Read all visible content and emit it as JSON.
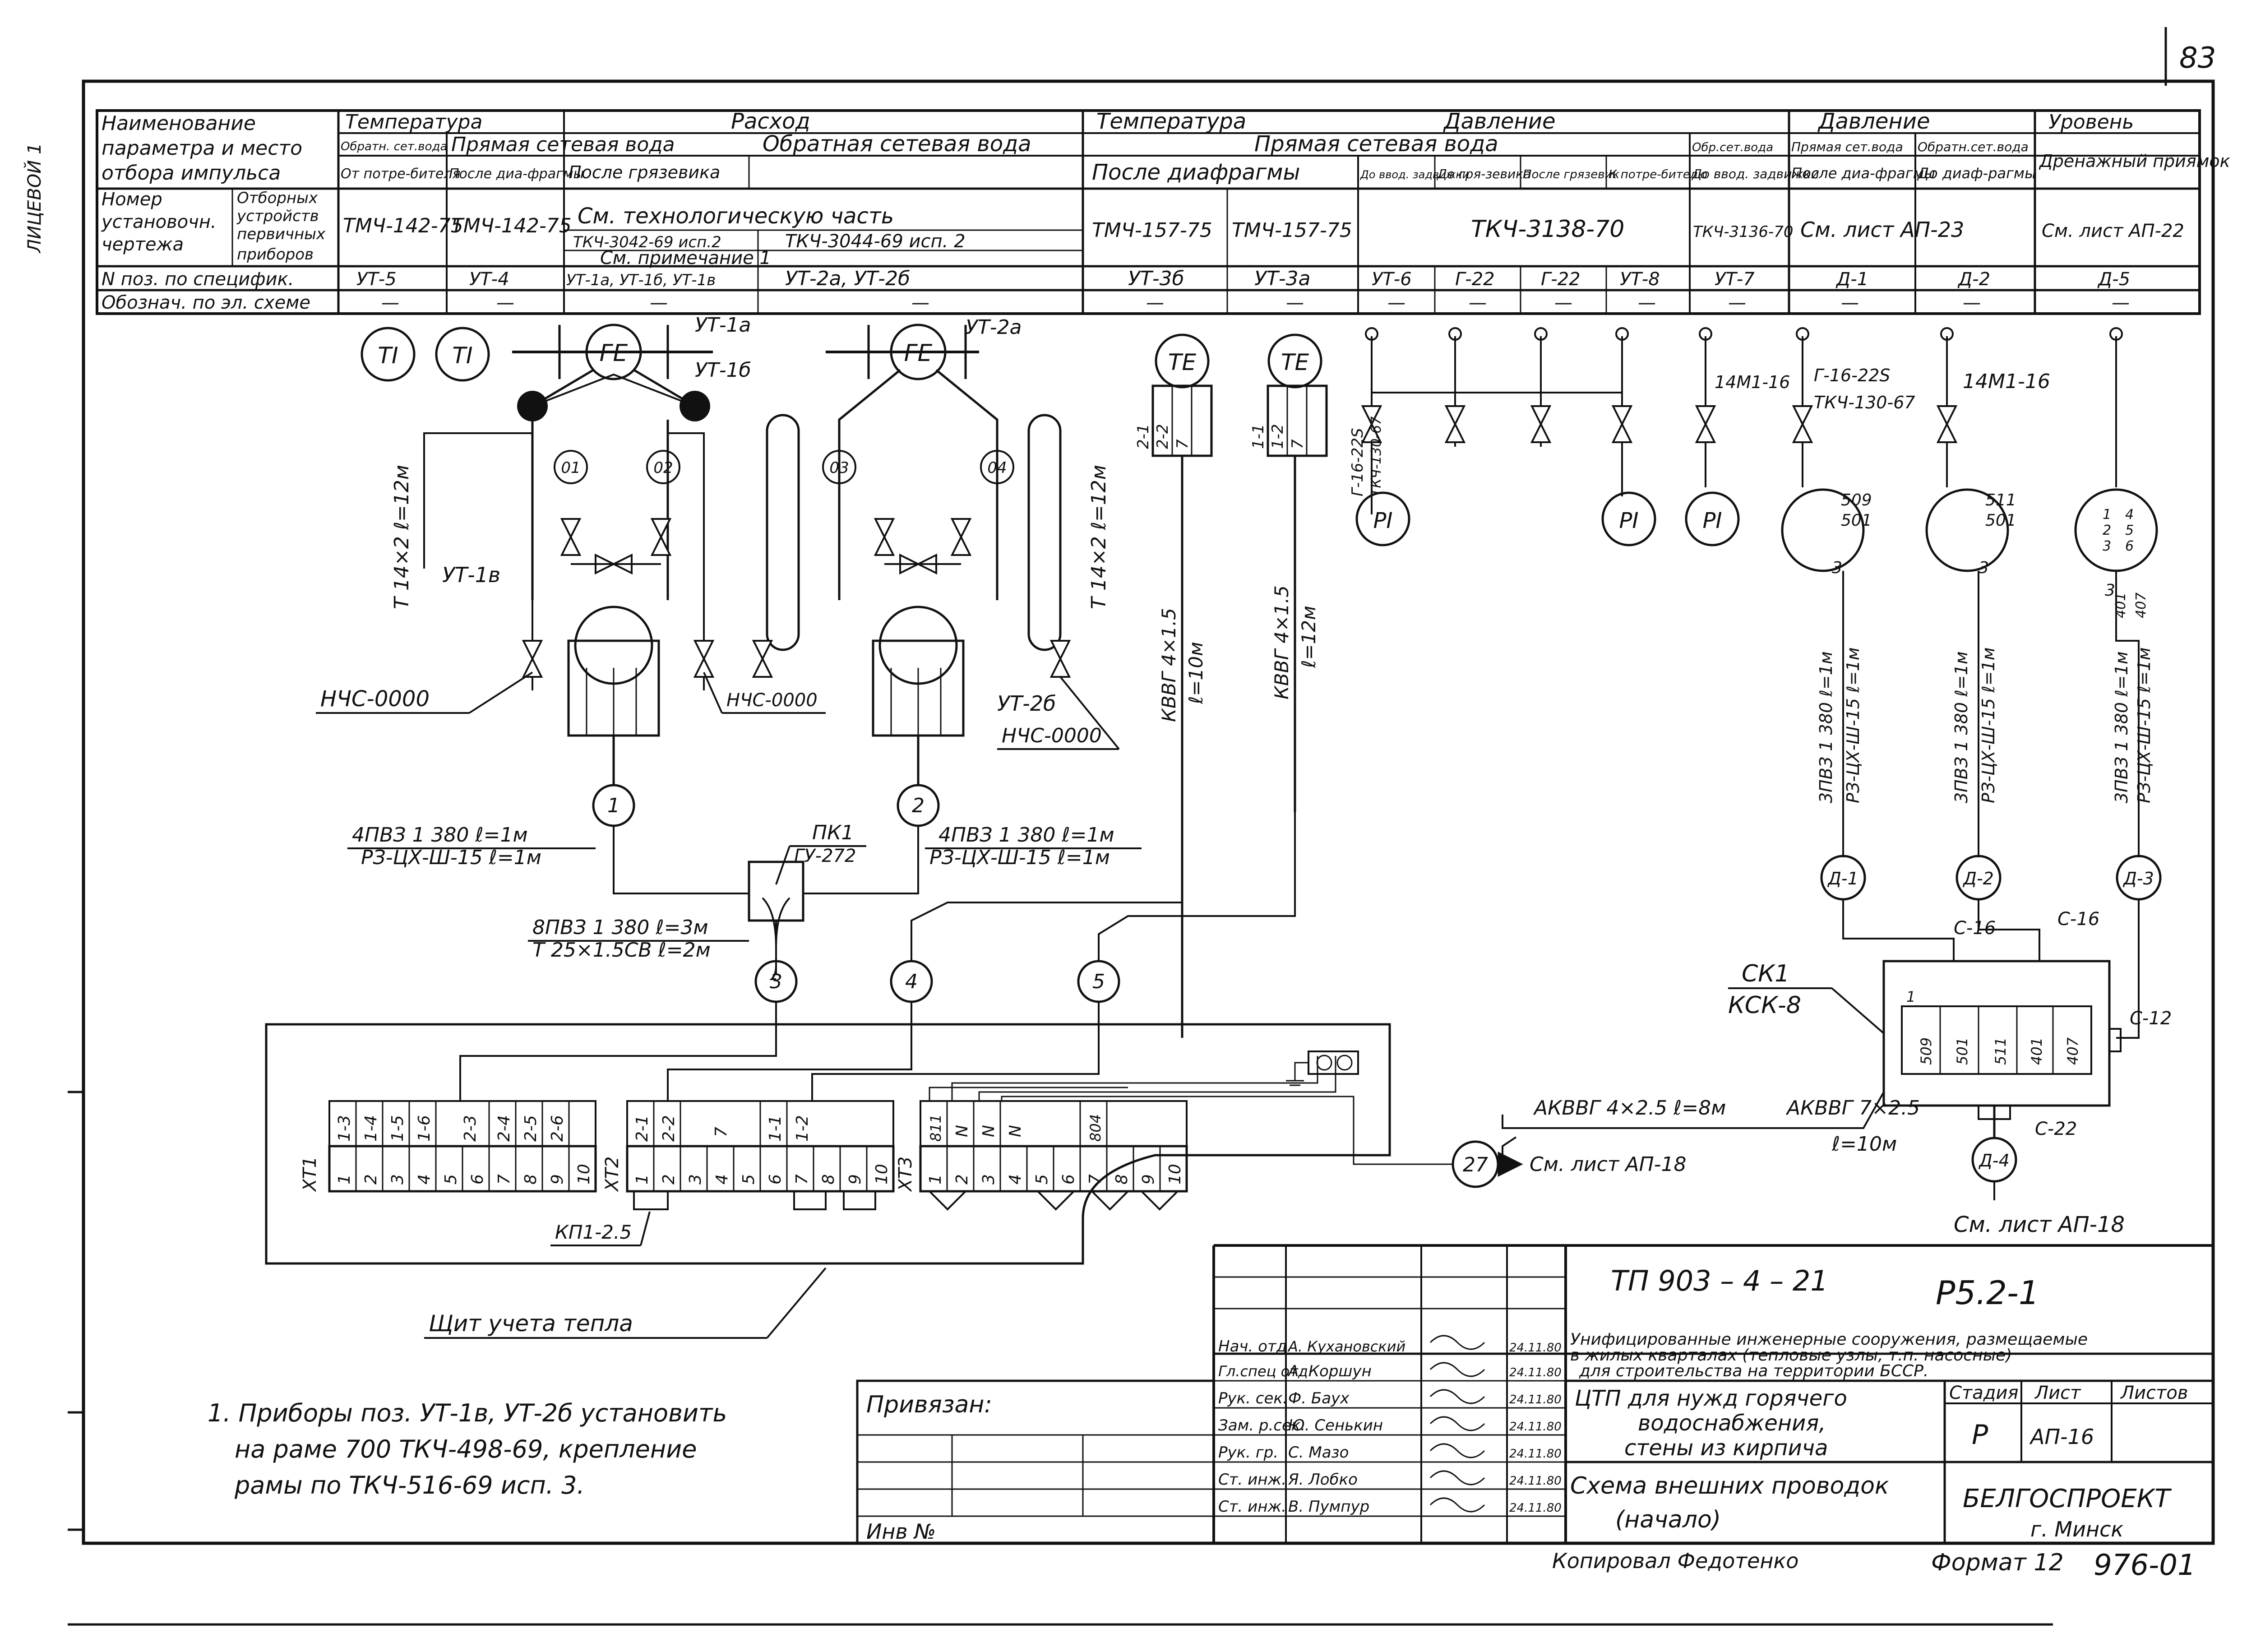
{
  "page_number": "83",
  "side_label": "ЛИЦЕВОЙ 1",
  "header_table": {
    "row_labels": {
      "r1": [
        "Наименование",
        "параметра и место",
        "отбора импульса"
      ],
      "r2": [
        "Номер",
        "установочн.",
        "чертежа"
      ],
      "r2b": [
        "Отборных",
        "устройств",
        "первичных",
        "приборов"
      ],
      "r3": "N поз. по специфик.",
      "r4": "Обознач. по эл. схеме"
    },
    "groups": {
      "temp1": "Температура",
      "flow": "Расход",
      "temp2": "Температура",
      "press1": "Давление",
      "press2": "Давление",
      "level": "Уровень"
    },
    "subgroups": {
      "flow_supply": "Прямая сетевая вода",
      "flow_return": "Обратная сетевая вода",
      "pressure_supply": "Прямая сетевая вода"
    },
    "cells": {
      "c_obr_set": "Обратн. сет.вода",
      "c_ot_potreb": "От потре-бителя",
      "c_posle_diafr": "После диа-фрагмы",
      "c_posle_gryaz": "После грязевика",
      "c_posle_diafragmy": "После диафрагмы",
      "c_do_vvod": "До ввод. задвижки",
      "c_do_gryaz": "До гря-зевика",
      "c_posle_gryaz2": "После грязевик",
      "c_k_potreb": "К потре-бителю",
      "c_obr_set2": "Обр.сет.вода",
      "c_do_vvod2": "До ввод. задвижки",
      "c_pryam_set": "Прямая сет.вода",
      "c_obr_set3": "Обратн.сет.вода",
      "c_posle_diafr2": "После диа-фрагмы",
      "c_do_diafr": "До диаф-рагмы",
      "c_drain": "Дренажный приямок",
      "tmch1": "ТМЧ-142-75",
      "tmch2": "ТМЧ-142-75",
      "tech1": "См. технологическую часть",
      "tech2": "ТКЧ-3042-69 исп.2",
      "tech3": "ТКЧ-3044-69 исп. 2",
      "tech_note": "См. примечание 1",
      "tmch3": "ТМЧ-157-75",
      "tmch4": "ТМЧ-157-75",
      "tkch_3138": "ТКЧ-3138-70",
      "tkch_3136": "ТКЧ-3136-70",
      "sheet_ap23": "См. лист АП-23",
      "sheet_ap22": "См. лист АП-22",
      "pos": [
        "УТ-5",
        "УТ-4",
        "УТ-1а, УТ-1б, УТ-1в",
        "УТ-2а,  УТ-2б",
        "УТ-3б",
        "УТ-3а",
        "УТ-6",
        "Г-22",
        "Г-22",
        "УТ-8",
        "УТ-7",
        "Д-1",
        "Д-2",
        "Д-5"
      ],
      "dash": "—"
    }
  },
  "instruments": {
    "ti": "TI",
    "fe": "FE",
    "te": "TE",
    "pi": "PI",
    "valve_01": "01",
    "valve_02": "02",
    "valve_03": "03",
    "valve_04": "04"
  },
  "labels": {
    "ut1a": "УТ-1а",
    "ut1b": "УТ-1б",
    "ut1v": "УТ-1в",
    "ut2a": "УТ-2а",
    "ut2b": "УТ-2б",
    "t14_left": "Т 14×2  ℓ=12м",
    "t14_right": "Т 14×2 ℓ=12м",
    "nchs1": "НЧС-0000",
    "nchs2": "НЧС-0000",
    "nchs3": "НЧС-0000",
    "kvvg1": "КВВГ 4×1.5",
    "kvvg1_len": "ℓ=10м",
    "kvvg2": "КВВГ 4×1.5",
    "kvvg2_len": "ℓ=12м",
    "te1_pins": [
      "2-1",
      "2-2",
      "7"
    ],
    "te2_pins": [
      "1-1",
      "1-2",
      "7"
    ],
    "g16_1": "Г-16-22S",
    "tkch130_1": "ТКЧ-130-67",
    "m14_1": "14М1-16",
    "g16_2": "Г-16-22S",
    "tkch130_2": "ТКЧ-130-67",
    "m14_2": "14М1-16",
    "n509": "509",
    "n501": "501",
    "n511": "511",
    "n501b": "501",
    "n3": "3",
    "n3b": "3",
    "n3c": "3",
    "n401": "401",
    "n407": "407",
    "d_circle_pins": [
      "1",
      "2",
      "3",
      "4",
      "5",
      "6"
    ],
    "cable_d1_a": "3ПВЗ 1 380 ℓ=1м",
    "cable_d1_b": "РЗ-ЦХ-Ш-15 ℓ=1м",
    "cable_d2_a": "3ПВЗ 1 380 ℓ=1м",
    "cable_d2_b": "РЗ-ЦХ-Ш-15 ℓ=1м",
    "cable_d3_a": "3ПВЗ 1 380 ℓ=1м",
    "cable_d3_b": "РЗ-ЦХ-Ш-15 ℓ=1м",
    "d1": "Д-1",
    "d2": "Д-2",
    "d3": "Д-3",
    "d4": "Д-4",
    "c16a": "С-16",
    "c16b": "С-16",
    "c12": "С-12",
    "c22": "С-22",
    "ck1": "СК1",
    "kck8": "КСК-8",
    "ck_slots": [
      "509",
      "501",
      "511",
      "401",
      "407"
    ],
    "ck_num": "1",
    "circle1": "1",
    "circle2": "2",
    "circle3": "3",
    "circle4": "4",
    "circle5": "5",
    "circle27": "27",
    "pk1": "ПК1",
    "gu272": "ГУ-272",
    "cable_1a": "4ПВЗ 1 380  ℓ=1м",
    "cable_1b": "РЗ-ЦХ-Ш-15  ℓ=1м",
    "cable_2a": "4ПВЗ 1 380  ℓ=1м",
    "cable_2b": "РЗ-ЦХ-Ш-15  ℓ=1м",
    "cable_3a": "8ПВЗ 1 380  ℓ=3м",
    "cable_3b": "Т 25×1.5СВ  ℓ=2м",
    "akvvg1": "АКВВГ 4×2.5  ℓ=8м",
    "akvvg2": "АКВВГ 7×2.5",
    "akvvg2_len": "ℓ=10м",
    "see_ap18_1": "См. лист АП-18",
    "see_ap18_2": "См. лист АП-18",
    "xt1": "ХТ1",
    "xt2": "ХТ2",
    "xt3": "ХТ3",
    "kp": "КП1-2.5",
    "board": "Щит учета тепла",
    "xt1_top": [
      "1-3",
      "1-4",
      "1-5",
      "1-6",
      "",
      "2-3",
      "2-4",
      "2-5",
      "2-6",
      ""
    ],
    "xt2_top": [
      "2-1",
      "2-2",
      "",
      "7",
      "",
      "1-1",
      "1-2",
      "",
      "",
      ""
    ],
    "xt3_top": [
      "811",
      "N",
      "N",
      "N",
      "",
      "",
      "804",
      "",
      "",
      ""
    ],
    "term_nums": [
      "1",
      "2",
      "3",
      "4",
      "5",
      "6",
      "7",
      "8",
      "9",
      "10"
    ]
  },
  "notes": [
    "1. Приборы поз. УТ-1в, УТ-2б установить",
    "на раме 700 ТКЧ-498-69, крепление",
    "рамы  по  ТКЧ-516-69 исп. 3."
  ],
  "title_block": {
    "doc_code": "ТП 903 – 4 – 21",
    "sheet_code": "Р5.2-1",
    "project_desc": [
      "Унифицированные инженерные сооружения, размещаемые",
      "в жилых кварталах (тепловые узлы, т.п. насосные)",
      "для строительства на территории БССР."
    ],
    "privyazan": "Привязан:",
    "inv": "Инв №",
    "roles": [
      "Нач. отд.",
      "Гл.спец отд.",
      "Рук. сек.",
      "Зам. р.сек.",
      "Рук. гр.",
      "Ст. инж.",
      "Ст. инж."
    ],
    "names": [
      "А. Кухановский",
      "А. Коршун",
      "Ф. Баух",
      "Ю. Сенькин",
      "С. Мазо",
      "Я. Лобко",
      "В. Пумпур"
    ],
    "dates": [
      "24.11.80",
      "24.11.80",
      "24.11.80",
      "24.11.80",
      "24.11.80",
      "24.11.80",
      "24.11.80"
    ],
    "object_name": [
      "ЦТП для нужд горячего",
      "водоснабжения,",
      "стены из кирпича"
    ],
    "stage_hdr": "Стадия",
    "sheet_hdr": "Лист",
    "sheets_hdr": "Листов",
    "stage": "Р",
    "sheet": "АП-16",
    "drawing_title": [
      "Схема внешних проводок",
      "(начало)"
    ],
    "org": "БЕЛГОСПРОЕКТ",
    "city": "г. Минск",
    "copied": "Копировал Федотенко",
    "format": "Формат 12",
    "order": "976-01"
  }
}
